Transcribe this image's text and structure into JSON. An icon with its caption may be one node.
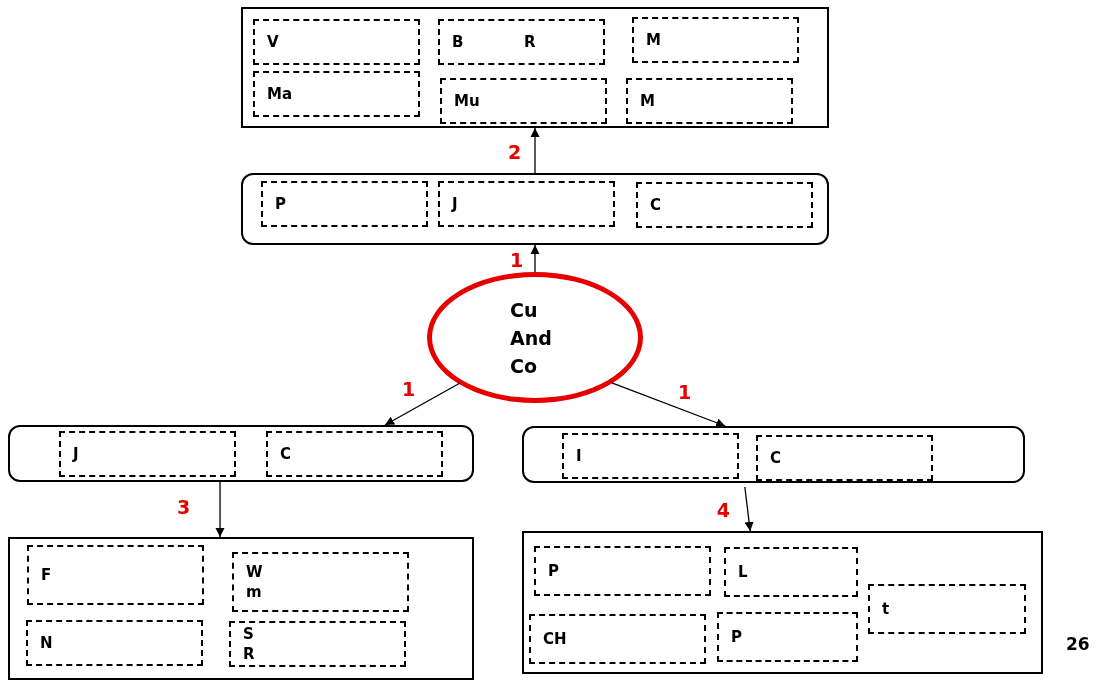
{
  "diagram": {
    "nodes": [
      {
        "text": [],
        "shape": "box"
      },
      {
        "text": [
          "V"
        ],
        "in": 0
      },
      {
        "text": [
          "B",
          "R"
        ],
        "in": 0
      },
      {
        "text": [
          "M"
        ],
        "in": 0
      },
      {
        "text": [
          "Ma"
        ],
        "in": 0
      },
      {
        "text": [
          "Mu"
        ],
        "in": 0
      },
      {
        "text": [
          "M"
        ],
        "in": 0
      },
      {
        "text": [],
        "shape": "rounded"
      },
      {
        "text": [
          "P"
        ],
        "in": 7
      },
      {
        "text": [
          "J"
        ],
        "in": 7
      },
      {
        "text": [
          "C"
        ],
        "in": 7
      },
      {
        "text": [
          "Cu And Co"
        ]
      },
      {
        "text": [],
        "shape": "rounded"
      },
      {
        "text": [
          "J"
        ],
        "in": 12
      },
      {
        "text": [
          "C"
        ],
        "in": 12
      },
      {
        "text": [],
        "shape": "rounded"
      },
      {
        "text": [
          "I"
        ],
        "in": 15
      },
      {
        "text": [
          "C"
        ],
        "in": 15
      },
      {
        "text": [],
        "shape": "box"
      },
      {
        "text": [
          "F"
        ],
        "in": 18
      },
      {
        "text": [
          "W m"
        ],
        "in": 18
      },
      {
        "text": [
          "N"
        ],
        "in": 18
      },
      {
        "text": [
          "S R"
        ],
        "in": 18
      },
      {
        "text": [],
        "shape": "box"
      },
      {
        "text": [
          "P"
        ],
        "in": 23
      },
      {
        "text": [
          "L"
        ],
        "in": 23
      },
      {
        "text": [
          "t"
        ],
        "in": 23
      },
      {
        "text": [
          "CH"
        ],
        "in": 23
      },
      {
        "text": [
          "P"
        ],
        "in": 23
      }
    ],
    "edges": [
      {
        "from": 11,
        "to": 7,
        "arrow": "to",
        "label": "1"
      },
      {
        "from": 7,
        "to": 0,
        "arrow": "to",
        "label": "2"
      },
      {
        "from": 11,
        "to": 12,
        "arrow": "to",
        "label": "1"
      },
      {
        "from": 11,
        "to": 15,
        "arrow": "to",
        "label": "1"
      },
      {
        "from": 12,
        "to": 18,
        "arrow": "to",
        "label": "3"
      },
      {
        "from": 15,
        "to": 23,
        "arrow": "to",
        "label": "4"
      }
    ],
    "labels": [
      "26"
    ]
  }
}
